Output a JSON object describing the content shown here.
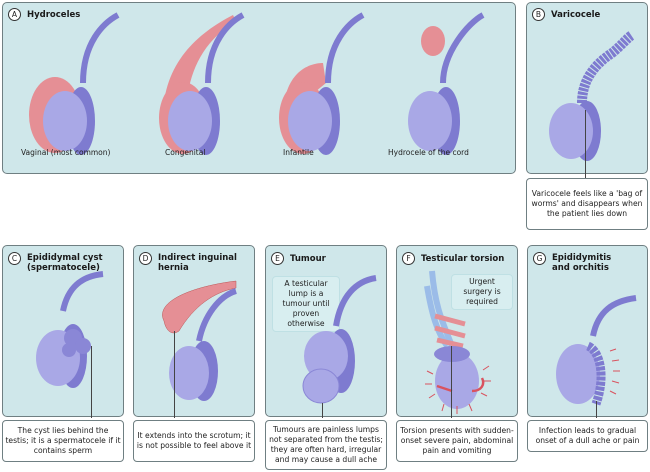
{
  "colors": {
    "panel": "#cfe7ea",
    "testis": "#a9a8e6",
    "cord": "#7e7bd0",
    "fluid": "#e58f95",
    "vessel": "#9bbce8"
  },
  "panels": [
    {
      "letter": "A",
      "title": "Hydroceles",
      "labels": [
        "Vaginal (most common)",
        "Congenital",
        "Infantile",
        "Hydrocele of the cord"
      ]
    },
    {
      "letter": "B",
      "title": "Varicocele",
      "caption": "Varicocele feels like a 'bag of worms' and disappears when the patient lies down"
    },
    {
      "letter": "C",
      "title": "Epididymal cyst (spermatocele)",
      "caption": "The cyst lies behind the testis; it is a spermatocele if it contains sperm"
    },
    {
      "letter": "D",
      "title": "Indirect inguinal hernia",
      "caption": "It extends into the scrotum; it is not possible to feel above it"
    },
    {
      "letter": "E",
      "title": "Tumour",
      "note": "A testicular lump is a tumour until proven otherwise",
      "caption": "Tumours are painless lumps not separated from the testis; they are often hard, irregular and may cause a dull ache"
    },
    {
      "letter": "F",
      "title": "Testicular torsion",
      "note": "Urgent surgery is required",
      "caption": "Torsion presents with sudden-onset severe pain, abdominal pain and vomiting"
    },
    {
      "letter": "G",
      "title": "Epididymitis and orchitis",
      "caption": "Infection leads to gradual onset of a dull ache or pain"
    }
  ]
}
